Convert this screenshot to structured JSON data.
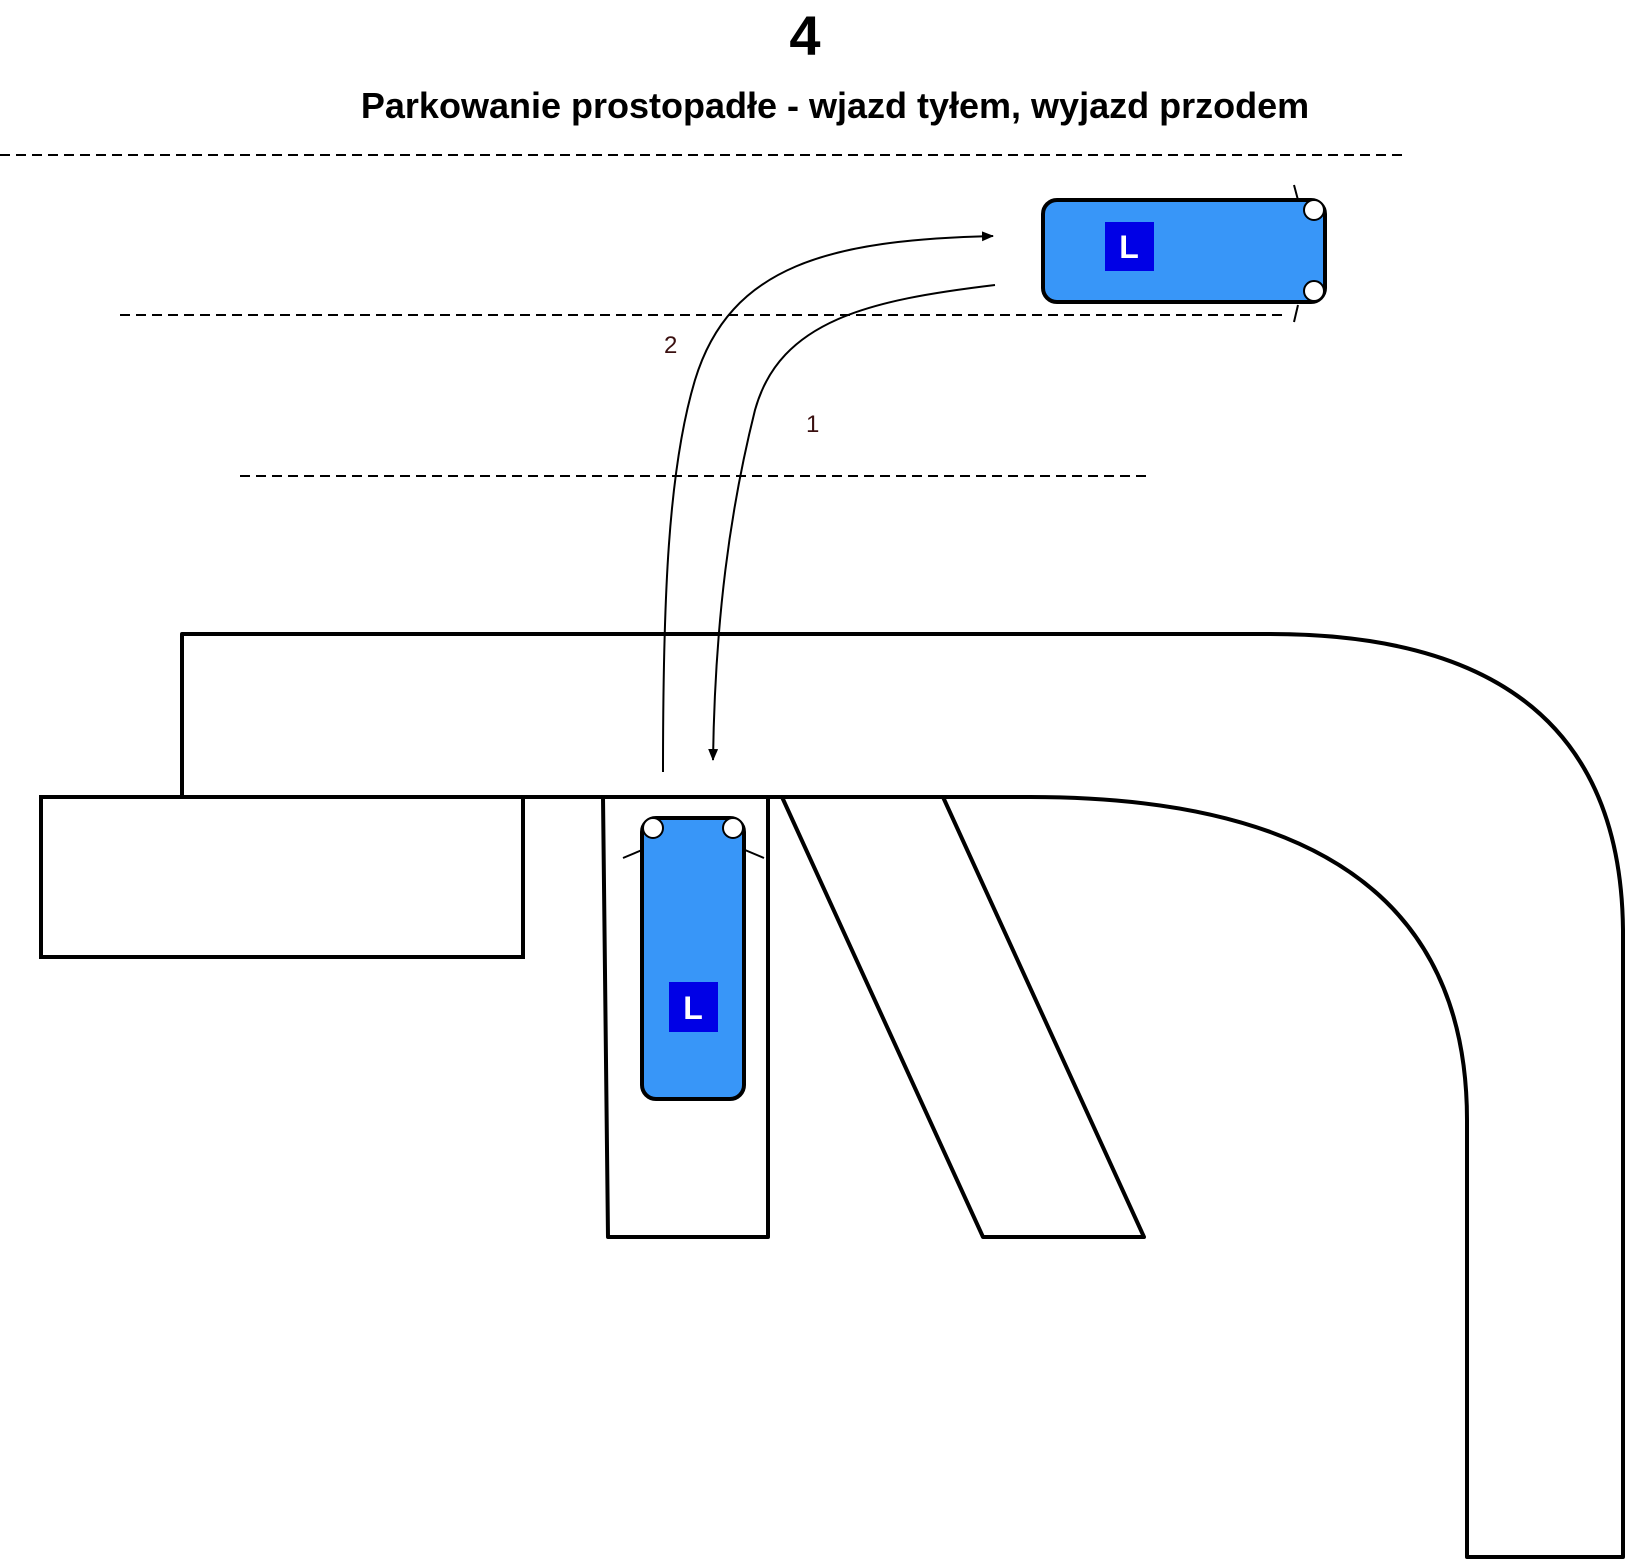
{
  "header": {
    "number": "4",
    "title": "Parkowanie prostopadłe - wjazd tyłem, wyjazd przodem"
  },
  "routes": [
    {
      "id": "1",
      "label": "1"
    },
    {
      "id": "2",
      "label": "2"
    }
  ],
  "cars": [
    {
      "id": "car-start",
      "badge": "L"
    },
    {
      "id": "car-parked",
      "badge": "L"
    }
  ],
  "colors": {
    "car_body": "#3896f8",
    "badge": "#0000e6",
    "line": "#000000"
  }
}
